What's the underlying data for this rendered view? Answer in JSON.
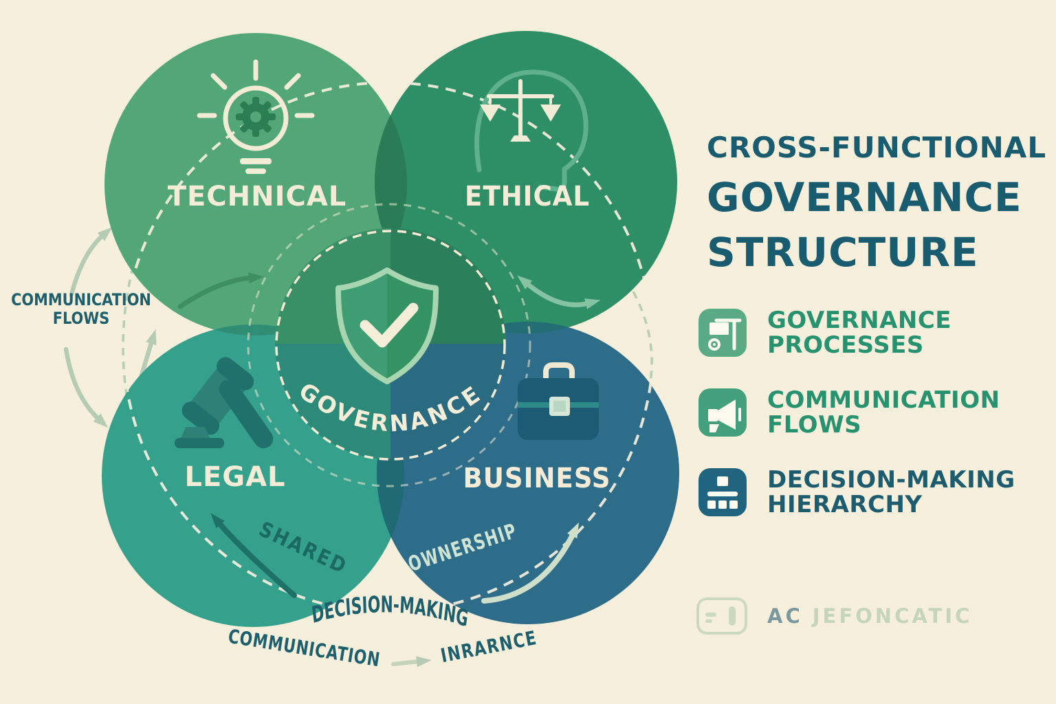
{
  "diagram": {
    "circles": [
      {
        "id": "technical",
        "label": "TECHNICAL",
        "icon": "lightbulb-gear-icon",
        "color": "#52a678"
      },
      {
        "id": "ethical",
        "label": "ETHICAL",
        "icon": "head-scales-icon",
        "color": "#2e8e66"
      },
      {
        "id": "legal",
        "label": "LEGAL",
        "icon": "gavel-icon",
        "color": "#35a18c"
      },
      {
        "id": "business",
        "label": "BUSINESS",
        "icon": "briefcase-icon",
        "color": "#2e6d89"
      }
    ],
    "center_label": "GOVERNANCE",
    "center_icon": "shield-check-icon",
    "left_label": {
      "line1": "COMMUNICATION",
      "line2": "FLOWS"
    },
    "bottom_labels": {
      "shared": "SHARED",
      "ownership": "OWNERSHIP",
      "decision_making": "DECISION-MAKING",
      "communication": "COMMUNICATION",
      "inrarnce": "INRARNCE"
    }
  },
  "panel": {
    "title": {
      "line1": "CROSS-FUNCTIONAL",
      "line2": "GOVERNANCE",
      "line3": "STRUCTURE"
    },
    "legend": [
      {
        "line1": "GOVERNANCE",
        "line2": "PROCESSES",
        "icon": "process-flag-icon",
        "color": "#5aab85",
        "text_color": "#27926f"
      },
      {
        "line1": "COMMUNICATION",
        "line2": "FLOWS",
        "icon": "megaphone-icon",
        "color": "#43a07d",
        "text_color": "#27926f"
      },
      {
        "line1": "DECISION-MAKING",
        "line2": "HIERARCHY",
        "icon": "org-chart-icon",
        "color": "#20647f",
        "text_color": "#1c5c6e"
      }
    ],
    "watermark": {
      "prefix": "AC",
      "name": "JEFONCATIC",
      "logo": "rounded-badge-logo-icon"
    }
  },
  "colors": {
    "background": "#f6efdb",
    "technical_circle": "#52a678",
    "ethical_circle": "#2e8e66",
    "legal_circle": "#35a18c",
    "business_circle": "#2e6d89",
    "title_text": "#1a5c6f",
    "legend_green": "#27926f",
    "legend_dark": "#1c5c6e",
    "cream_text": "#f4ecd7",
    "annotation_teal": "#1d5f6d",
    "sage_arrow": "#b5cbb4"
  }
}
